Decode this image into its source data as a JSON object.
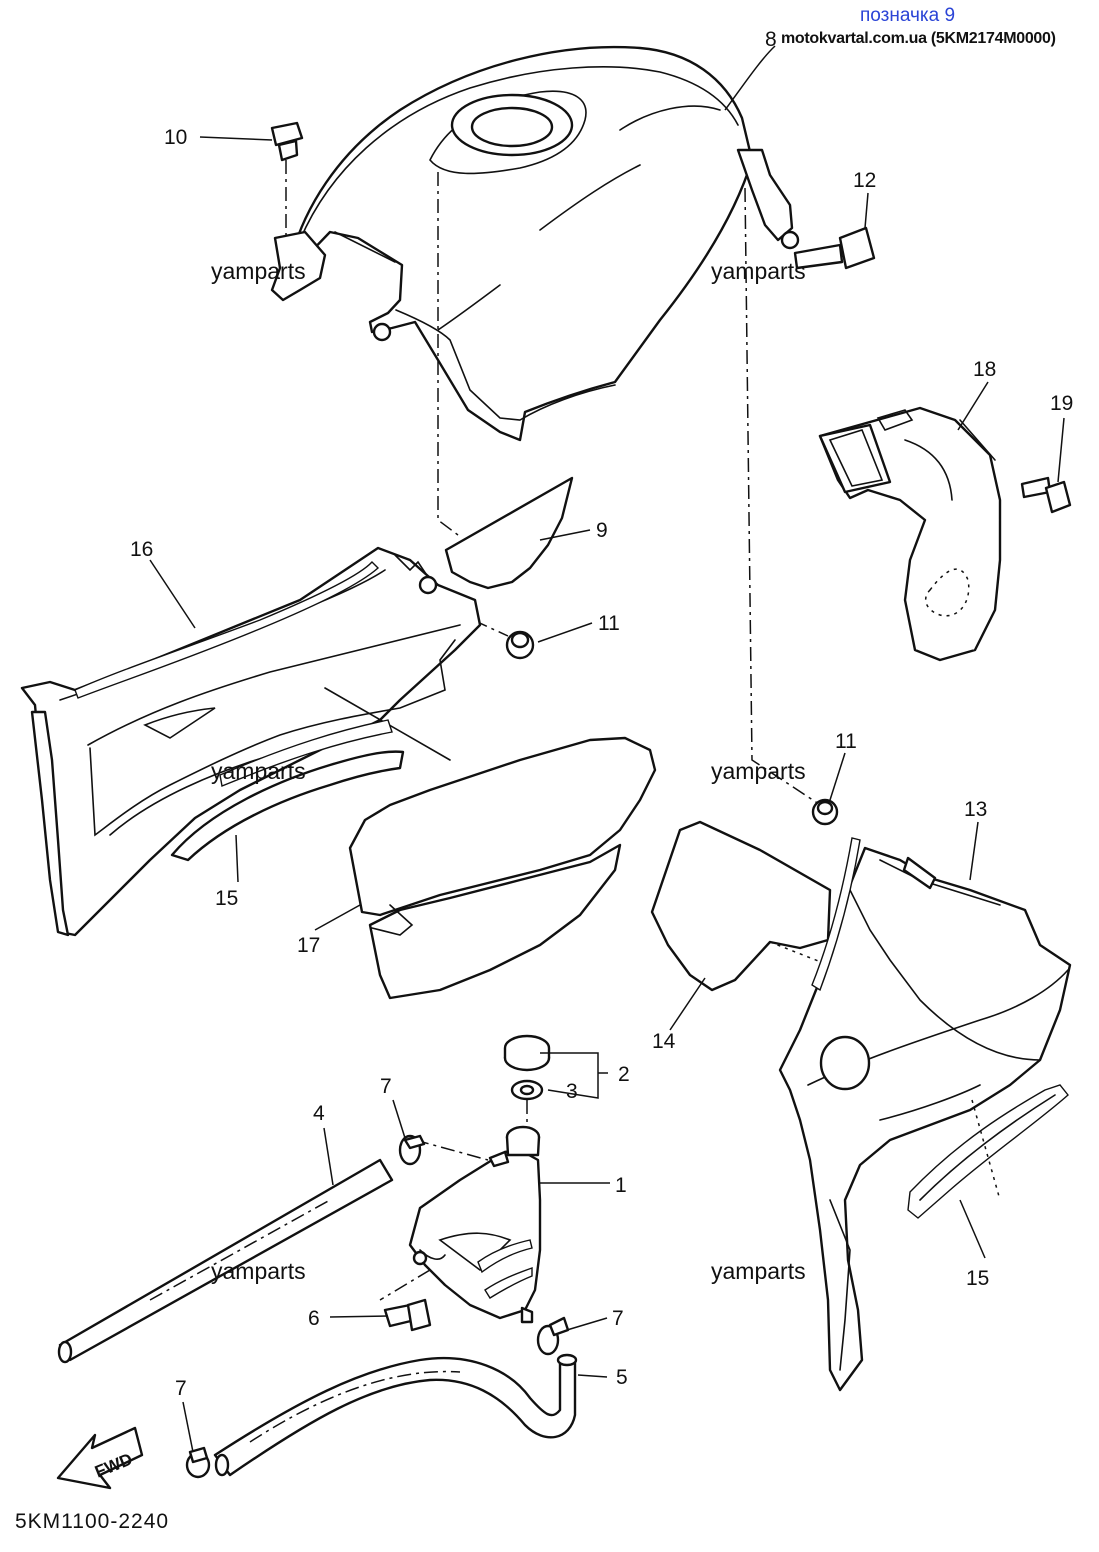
{
  "header": {
    "title": "позначка 9",
    "source": "motokvartal.com.ua (5KM2174M0000)"
  },
  "drawing_code": "5KM1100-2240",
  "watermarks": [
    "yamparts",
    "yamparts",
    "yamparts",
    "yamparts",
    "yamparts",
    "yamparts"
  ],
  "callouts": [
    "1",
    "2",
    "3",
    "4",
    "5",
    "6",
    "7",
    "7",
    "7",
    "8",
    "9",
    "10",
    "11",
    "11",
    "12",
    "13",
    "14",
    "15",
    "15",
    "16",
    "17",
    "18",
    "19"
  ],
  "fwd_label": "FWD"
}
